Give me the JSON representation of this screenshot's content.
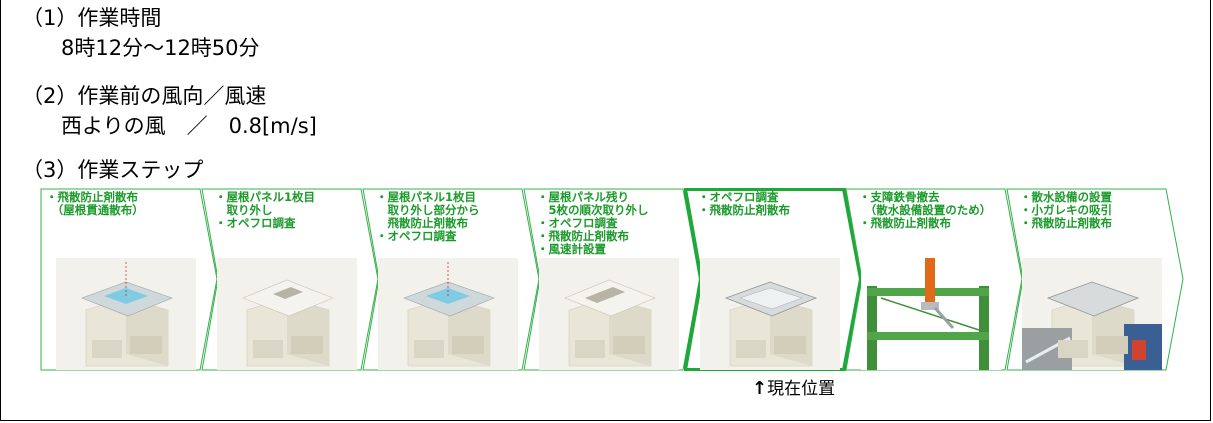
{
  "sections": {
    "time": {
      "heading": "（1）作業時間",
      "value": "8時12分〜12時50分"
    },
    "wind": {
      "heading": "（2）作業前の風向／風速",
      "value": "西よりの風　／　0.8[m/s]"
    },
    "steps_heading": "（3）作業ステップ"
  },
  "steps": [
    {
      "lines": [
        "・飛散防止剤散布",
        "　（屋根貫通散布）"
      ],
      "illustration": "building-spray-icon",
      "current": false
    },
    {
      "lines": [
        "・屋根パネル1枚目",
        "　取り外し",
        "・オペフロ調査"
      ],
      "illustration": "building-panel-removed-icon",
      "current": false
    },
    {
      "lines": [
        "・屋根パネル1枚目",
        "　取り外し部分から",
        "　飛散防止剤散布",
        "・オペフロ調査"
      ],
      "illustration": "building-spray-icon",
      "current": false
    },
    {
      "lines": [
        "・屋根パネル残り",
        "　5枚の順次取り外し",
        "・オペフロ調査",
        "・飛散防止剤散布",
        "・風速計設置"
      ],
      "illustration": "building-panels-removed-icon",
      "current": false
    },
    {
      "lines": [
        "・オペフロ調査",
        "・飛散防止剤散布"
      ],
      "illustration": "building-open-roof-icon",
      "current": true
    },
    {
      "lines": [
        "・支障鉄骨撤去",
        "　（散水設備設置のため）",
        "・飛散防止剤散布"
      ],
      "illustration": "steel-frame-cutter-icon",
      "current": false
    },
    {
      "lines": [
        "・散水設備の設置",
        "・小ガレキの吸引",
        "・飛散防止剤散布"
      ],
      "illustration": "building-water-spray-icon",
      "current": false
    }
  ],
  "current_position_label": "現在位置",
  "colors": {
    "step_border": "#35b04a",
    "current_border": "#1fa83a",
    "step_text": "#1a9a2a"
  }
}
